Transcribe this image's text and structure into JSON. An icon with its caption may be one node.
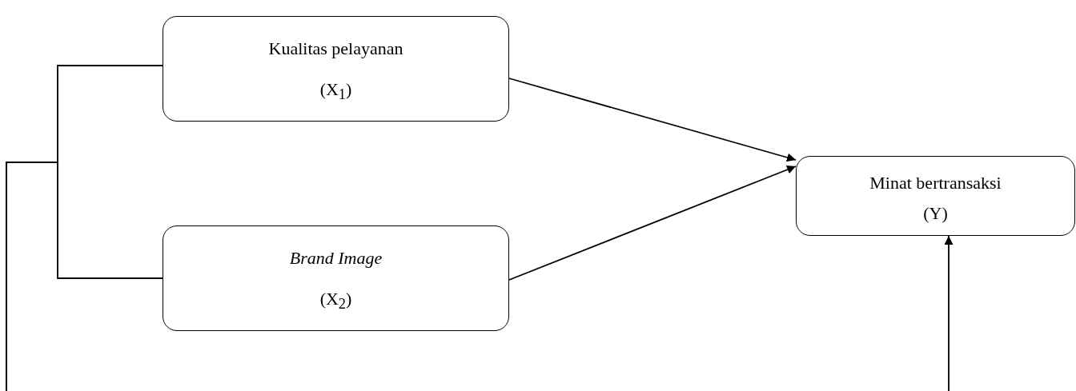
{
  "diagram": {
    "nodes": [
      {
        "text": [
          "Kualitas pelayanan",
          "(X$_{1}$)"
        ]
      },
      {
        "text": [
          "Brand Image",
          "(X$_{2}$)"
        ]
      },
      {
        "text": [
          "Minat bertransaksi",
          "(Y)"
        ]
      }
    ],
    "edges": [
      {
        "from": 0,
        "to": 2,
        "arrow": "to"
      },
      {
        "from": 1,
        "to": 2,
        "arrow": "to"
      },
      {
        "from": 0,
        "to": null,
        "arrow": "none"
      },
      {
        "from": 1,
        "to": null,
        "arrow": "none"
      },
      {
        "from": null,
        "to": 2,
        "arrow": "to"
      }
    ]
  }
}
